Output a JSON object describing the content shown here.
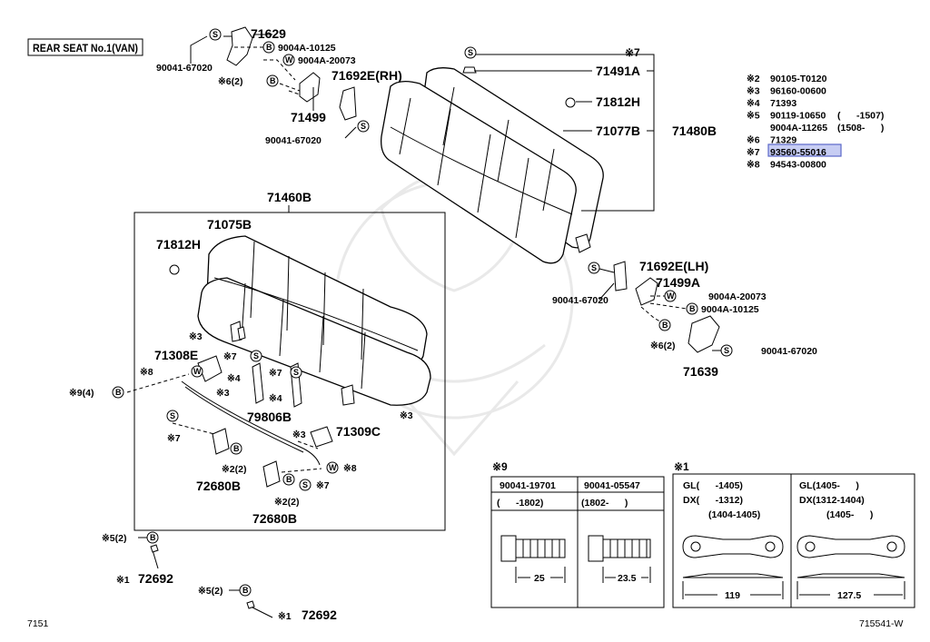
{
  "header": {
    "title_box": "REAR SEAT No.1(VAN)"
  },
  "footer": {
    "left_code": "7151",
    "right_code": "715541-W"
  },
  "symbols": {
    "s": "S",
    "b": "B",
    "w": "W"
  },
  "labels": {
    "l71629": "71629",
    "l9004a10125_top": "9004A-10125",
    "l9004a20073_top": "9004A-20073",
    "l90041_67020_a": "90041-67020",
    "l6_2_top": "※6(2)",
    "l71692e_rh": "71692E(RH)",
    "l71499": "71499",
    "l90041_67020_b": "90041-67020",
    "l7_top": "※7",
    "l71491a": "71491A",
    "l71812h_top": "71812H",
    "l71077b": "71077B",
    "l71480b": "71480B",
    "l71460b": "71460B",
    "l71075b": "71075B",
    "l71812h_left": "71812H",
    "l3_a": "※3",
    "l71308e": "71308E",
    "l7_a": "※7",
    "l8_w": "※8",
    "l4_a": "※4",
    "l7_b": "※7",
    "l3_b": "※3",
    "l4_b": "※4",
    "l9_4": "※9(4)",
    "l79806b": "79806B",
    "l3_c": "※3",
    "l71309c": "71309C",
    "l3_d": "※3",
    "l7_c": "※7",
    "l2_2_a": "※2(2)",
    "l72680b_a": "72680B",
    "l8_b": "※8",
    "l7_d": "※7",
    "l2_2_b": "※2(2)",
    "l72680b_b": "72680B",
    "l71692e_lh": "71692E(LH)",
    "l71499a": "71499A",
    "l90041_67020_c": "90041-67020",
    "l9004a20073_r": "9004A-20073",
    "l9004a10125_r": "9004A-10125",
    "l6_2_r": "※6(2)",
    "l90041_67020_d": "90041-67020",
    "l71639": "71639",
    "l5_2_a": "※5(2)",
    "l1_a": "※1",
    "l72692_a": "72692",
    "l5_2_b": "※5(2)",
    "l1_b": "※1",
    "l72692_b": "72692"
  },
  "legend": [
    {
      "mark": "※2",
      "code": "90105-T0120",
      "note": ""
    },
    {
      "mark": "※3",
      "code": "96160-00600",
      "note": ""
    },
    {
      "mark": "※4",
      "code": "71393",
      "note": ""
    },
    {
      "mark": "※5",
      "code": "90119-10650",
      "note": "(      -1507)"
    },
    {
      "mark": "",
      "code": "9004A-11265",
      "note": "(1508-      )"
    },
    {
      "mark": "※6",
      "code": "71329",
      "note": ""
    },
    {
      "mark": "※7",
      "code": "93560-55016",
      "note": "",
      "highlight": true
    },
    {
      "mark": "※8",
      "code": "94543-00800",
      "note": ""
    }
  ],
  "box9": {
    "title": "※9",
    "col1_code": "90041-19701",
    "col1_range": "(      -1802)",
    "col1_dim": "25",
    "col2_code": "90041-05547",
    "col2_range": "(1802-      )",
    "col2_dim": "23.5"
  },
  "box1": {
    "title": "※1",
    "left_lines": [
      "GL(      -1405)",
      "DX(      -1312)",
      "(1404-1405)"
    ],
    "right_lines": [
      "GL(1405-      )",
      "DX(1312-1404)",
      "(1405-      )"
    ],
    "left_dim": "119",
    "right_dim": "127.5"
  }
}
